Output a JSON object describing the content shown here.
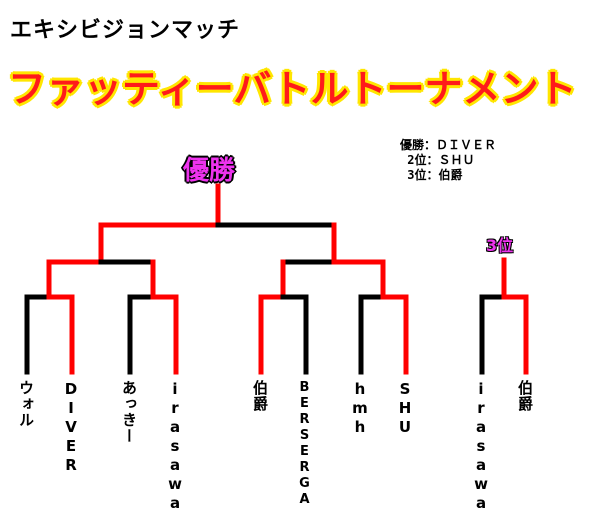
{
  "header": {
    "subtitle": "エキシビジョンマッチ",
    "title": "ファッティーバトルトーナメント"
  },
  "results": {
    "first": "優勝：ＤＩＶＥＲ",
    "second": " 2位：ＳＨＵ",
    "third": " 3位：伯爵"
  },
  "labels": {
    "champion": "優勝",
    "third_place": "3位"
  },
  "players": [
    {
      "name": "ウォル"
    },
    {
      "name": "DIVER"
    },
    {
      "name": "あっきー"
    },
    {
      "name": "irasawa"
    },
    {
      "name": "伯爵"
    },
    {
      "name": "BERSERGA"
    },
    {
      "name": "hmh"
    },
    {
      "name": "SHU"
    }
  ],
  "third_place_match": [
    {
      "name": "irasawa"
    },
    {
      "name": "伯爵"
    }
  ],
  "colors": {
    "winner_line": "#ff0000",
    "loser_line": "#000000",
    "title_fill": "#ff1a1a",
    "title_outline": "#ffe600",
    "label_pink": "#ee33ee"
  }
}
